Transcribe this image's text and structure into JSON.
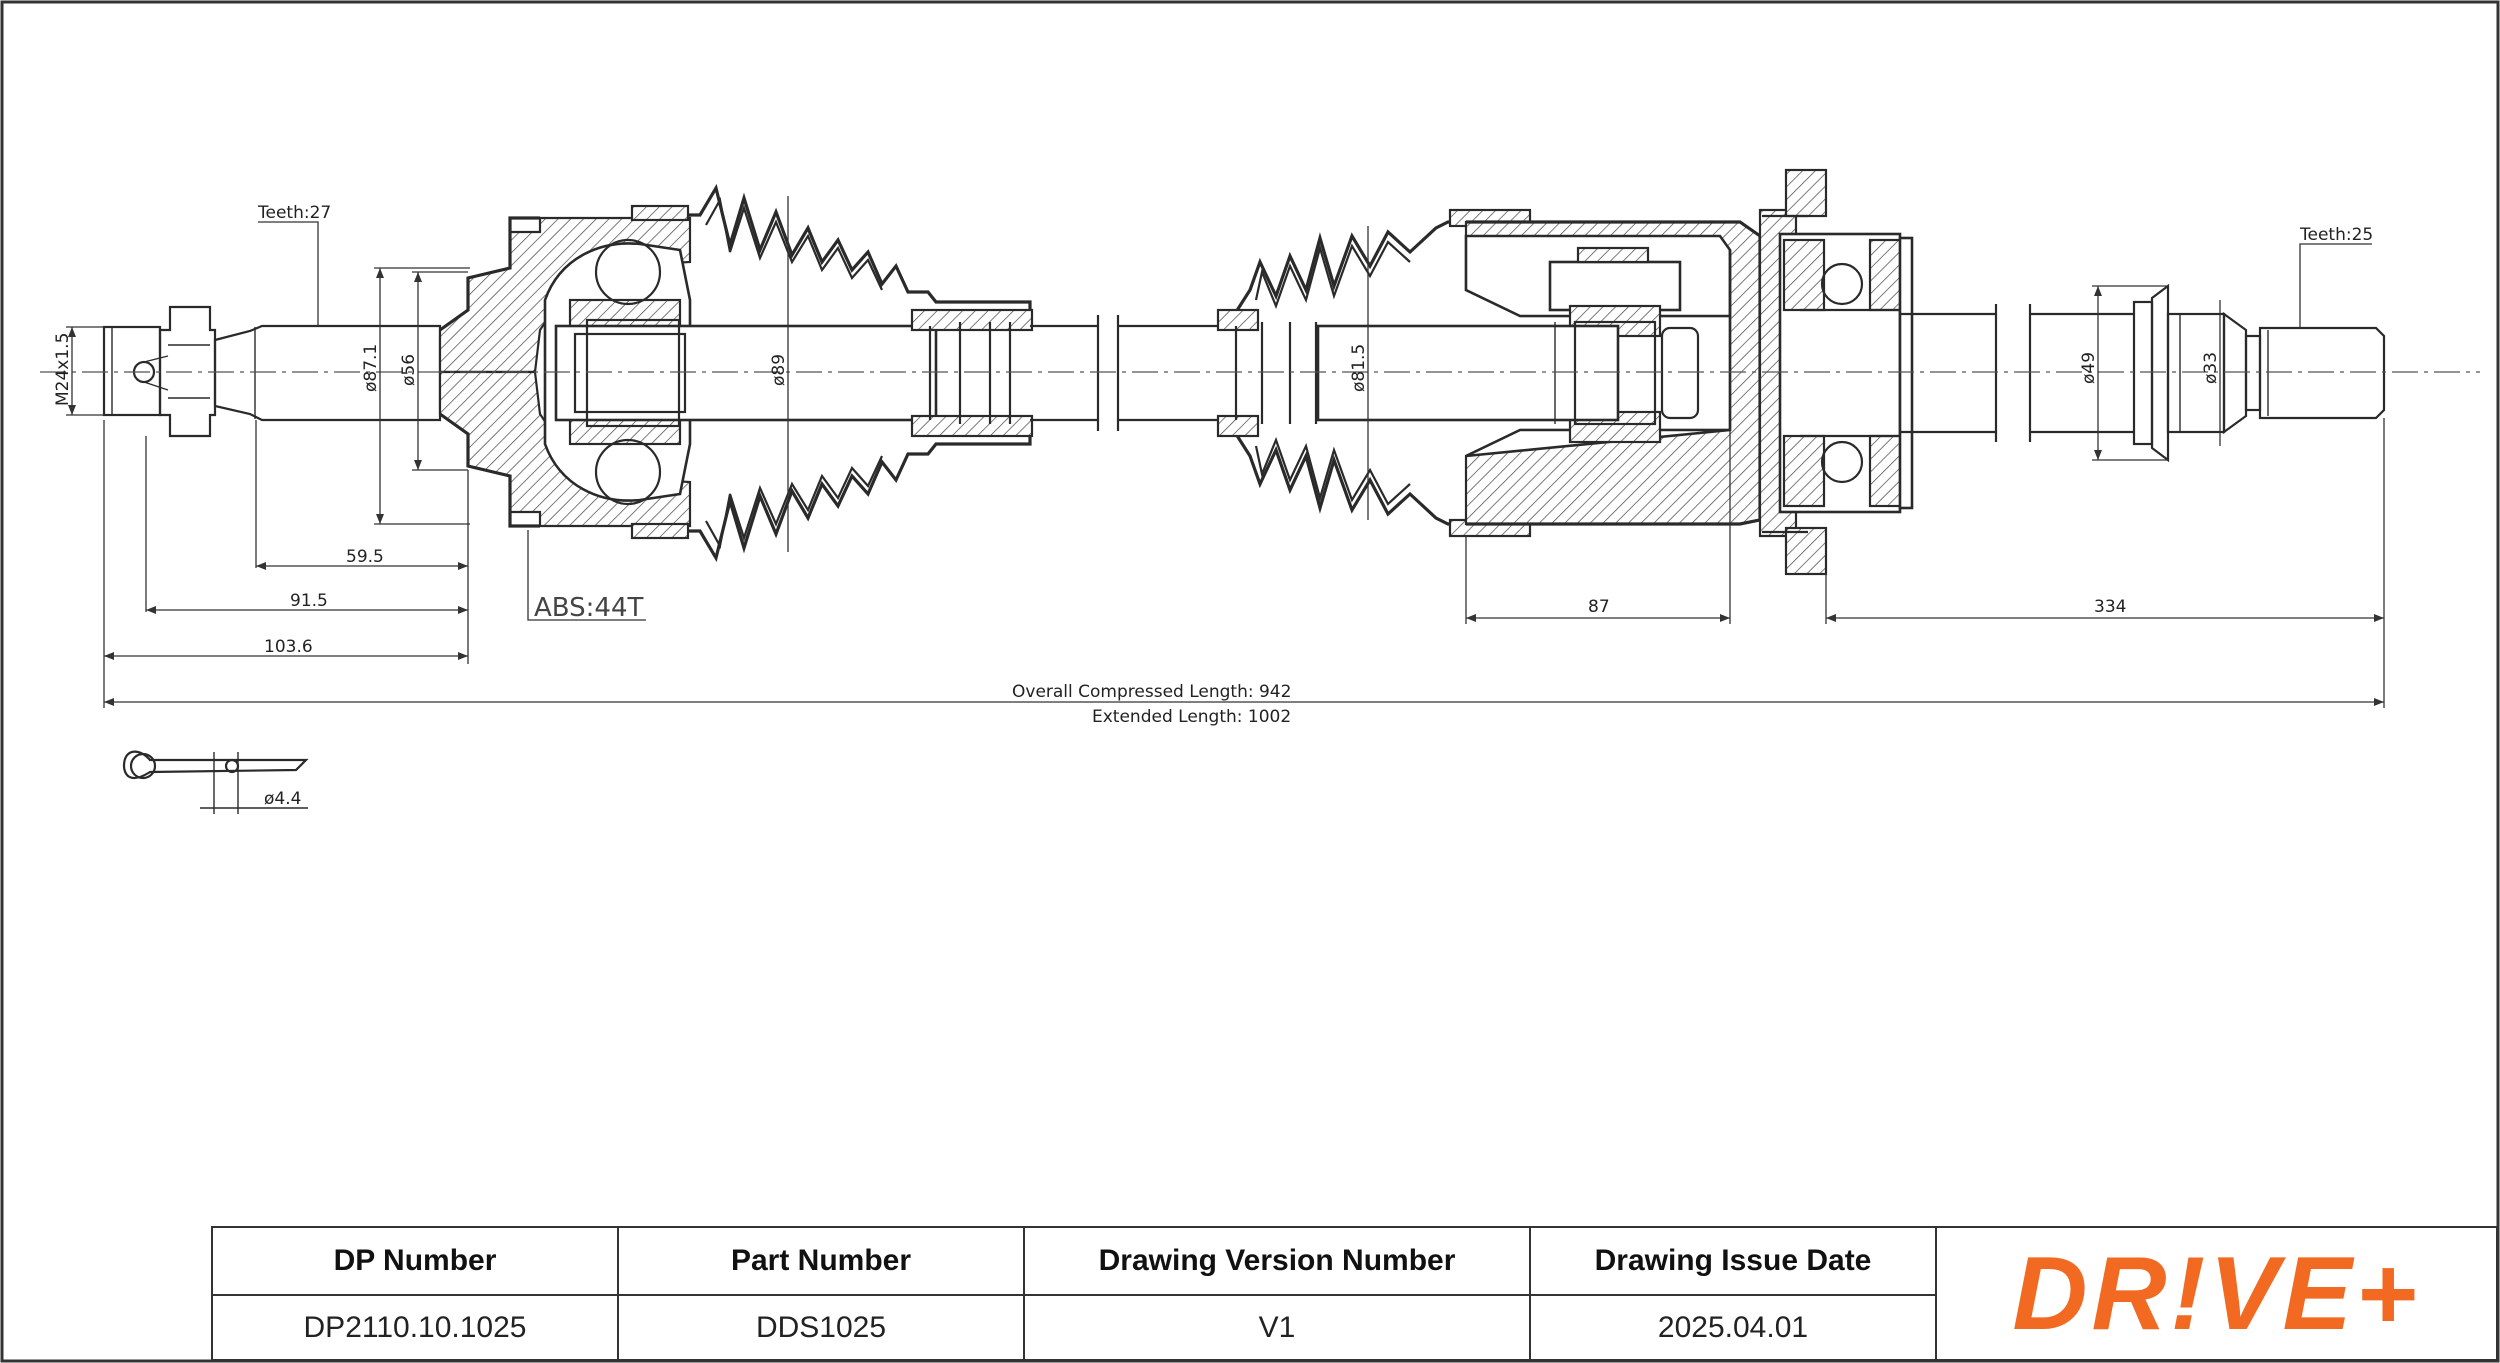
{
  "annotations": {
    "thread": "M24x1.5",
    "teeth_outer": "Teeth:27",
    "teeth_inner": "Teeth:25",
    "d87_1": "ø87.1",
    "d56": "ø56",
    "d89": "ø89",
    "d81_5": "ø81.5",
    "d49": "ø49",
    "d33": "ø33",
    "d4_4": "ø4.4",
    "abs": "ABS:44T",
    "dim_59_5": "59.5",
    "dim_91_5": "91.5",
    "dim_103_6": "103.6",
    "dim_87": "87",
    "dim_334": "334",
    "overall": "Overall  Compressed  Length: 942",
    "extended": "Extended  Length: 1002"
  },
  "title_block": {
    "headers": [
      "DP Number",
      "Part Number",
      "Drawing Version Number",
      "Drawing Issue Date"
    ],
    "values": [
      "DP2110.10.1025",
      "DDS1025",
      "V1",
      "2025.04.01"
    ]
  },
  "logo": {
    "text": "DR!VE+",
    "color": "#f26a22"
  },
  "colors": {
    "line": "#2a2a2a",
    "brand": "#f26a22"
  }
}
